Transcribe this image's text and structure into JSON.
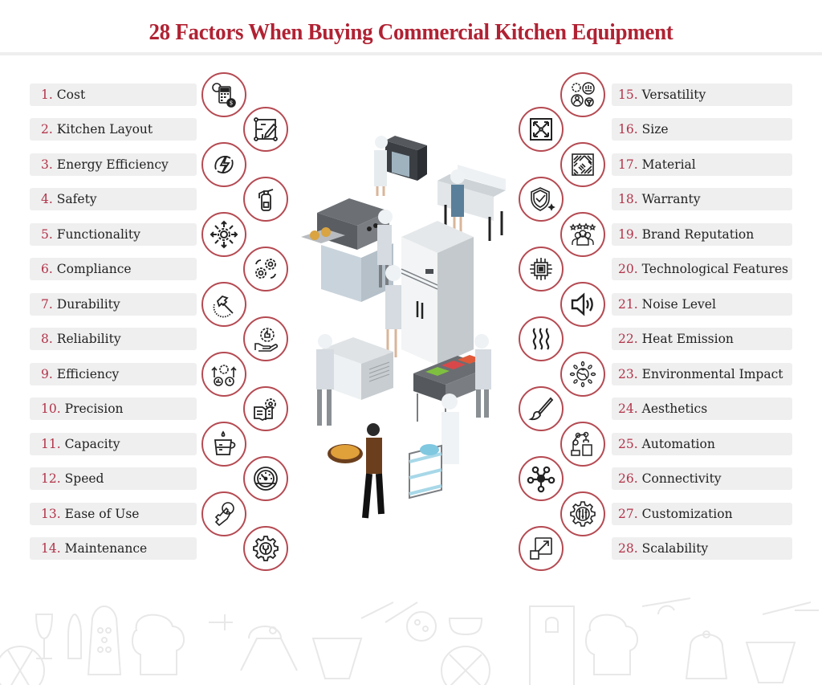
{
  "header": {
    "title": "28 Factors When Buying Commercial Kitchen Equipment"
  },
  "colors": {
    "title": "#b02233",
    "number": "#b2344a",
    "circle_border": "#b54a52",
    "pill_background": "#efefef",
    "text": "#222222"
  },
  "factors_left": [
    {
      "num": "1.",
      "label": "Cost",
      "icon": "calculator-gear-dollar-icon"
    },
    {
      "num": "2.",
      "label": "Kitchen Layout",
      "icon": "floorplan-pencil-icon"
    },
    {
      "num": "3.",
      "label": "Energy Efficiency",
      "icon": "lightning-cycle-icon"
    },
    {
      "num": "4.",
      "label": "Safety",
      "icon": "fire-extinguisher-icon"
    },
    {
      "num": "5.",
      "label": "Functionality",
      "icon": "gear-arrows-icon"
    },
    {
      "num": "6.",
      "label": "Compliance",
      "icon": "gears-cycle-icon"
    },
    {
      "num": "7.",
      "label": "Durability",
      "icon": "hammer-icon"
    },
    {
      "num": "8.",
      "label": "Reliability",
      "icon": "hand-badge-thumbs-up-icon"
    },
    {
      "num": "9.",
      "label": "Efficiency",
      "icon": "gear-chart-clock-icon"
    },
    {
      "num": "10.",
      "label": "Precision",
      "icon": "book-gear-icon"
    },
    {
      "num": "11.",
      "label": "Capacity",
      "icon": "measuring-cup-icon"
    },
    {
      "num": "12.",
      "label": "Speed",
      "icon": "speedometer-icon"
    },
    {
      "num": "13.",
      "label": "Ease of Use",
      "icon": "hand-pointer-icon"
    },
    {
      "num": "14.",
      "label": "Maintenance",
      "icon": "gear-wrench-icon"
    }
  ],
  "factors_right": [
    {
      "num": "15.",
      "label": "Versatility",
      "icon": "gear-people-filter-icon"
    },
    {
      "num": "16.",
      "label": "Size",
      "icon": "expand-arrows-icon"
    },
    {
      "num": "17.",
      "label": "Material",
      "icon": "diamond-plate-icon"
    },
    {
      "num": "18.",
      "label": "Warranty",
      "icon": "shield-check-icon"
    },
    {
      "num": "19.",
      "label": "Brand Reputation",
      "icon": "stars-group-icon"
    },
    {
      "num": "20.",
      "label": "Technological Features",
      "icon": "chip-icon"
    },
    {
      "num": "21.",
      "label": "Noise Level",
      "icon": "speaker-icon"
    },
    {
      "num": "22.",
      "label": "Heat Emission",
      "icon": "heat-waves-icon"
    },
    {
      "num": "23.",
      "label": "Environmental Impact",
      "icon": "globe-leaves-icon"
    },
    {
      "num": "24.",
      "label": "Aesthetics",
      "icon": "paintbrush-icon"
    },
    {
      "num": "25.",
      "label": "Automation",
      "icon": "robot-arm-icon"
    },
    {
      "num": "26.",
      "label": "Connectivity",
      "icon": "network-nodes-icon"
    },
    {
      "num": "27.",
      "label": "Customization",
      "icon": "gear-sliders-icon"
    },
    {
      "num": "28.",
      "label": "Scalability",
      "icon": "scale-squares-icon"
    }
  ],
  "illustration": {
    "subject": "isometric commercial kitchen with chefs, oven, pizza oven, sink, refrigerator, grill, under-counter fridge, waiter with pizza, serving cart"
  }
}
